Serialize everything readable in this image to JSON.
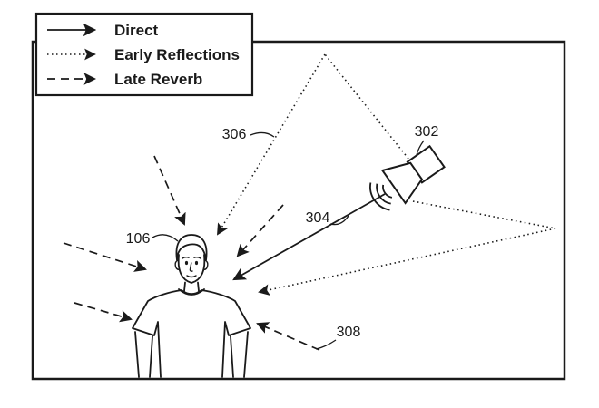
{
  "legend": {
    "items": [
      {
        "label": "Direct",
        "style": "solid"
      },
      {
        "label": "Early Reflections",
        "style": "dotted"
      },
      {
        "label": "Late Reverb",
        "style": "dashed"
      }
    ]
  },
  "labels": {
    "person": "106",
    "speaker": "302",
    "direct_path": "304",
    "early_reflections": "306",
    "late_reverb": "308"
  },
  "colors": {
    "ink": "#1a1a1a",
    "background": "#ffffff"
  }
}
